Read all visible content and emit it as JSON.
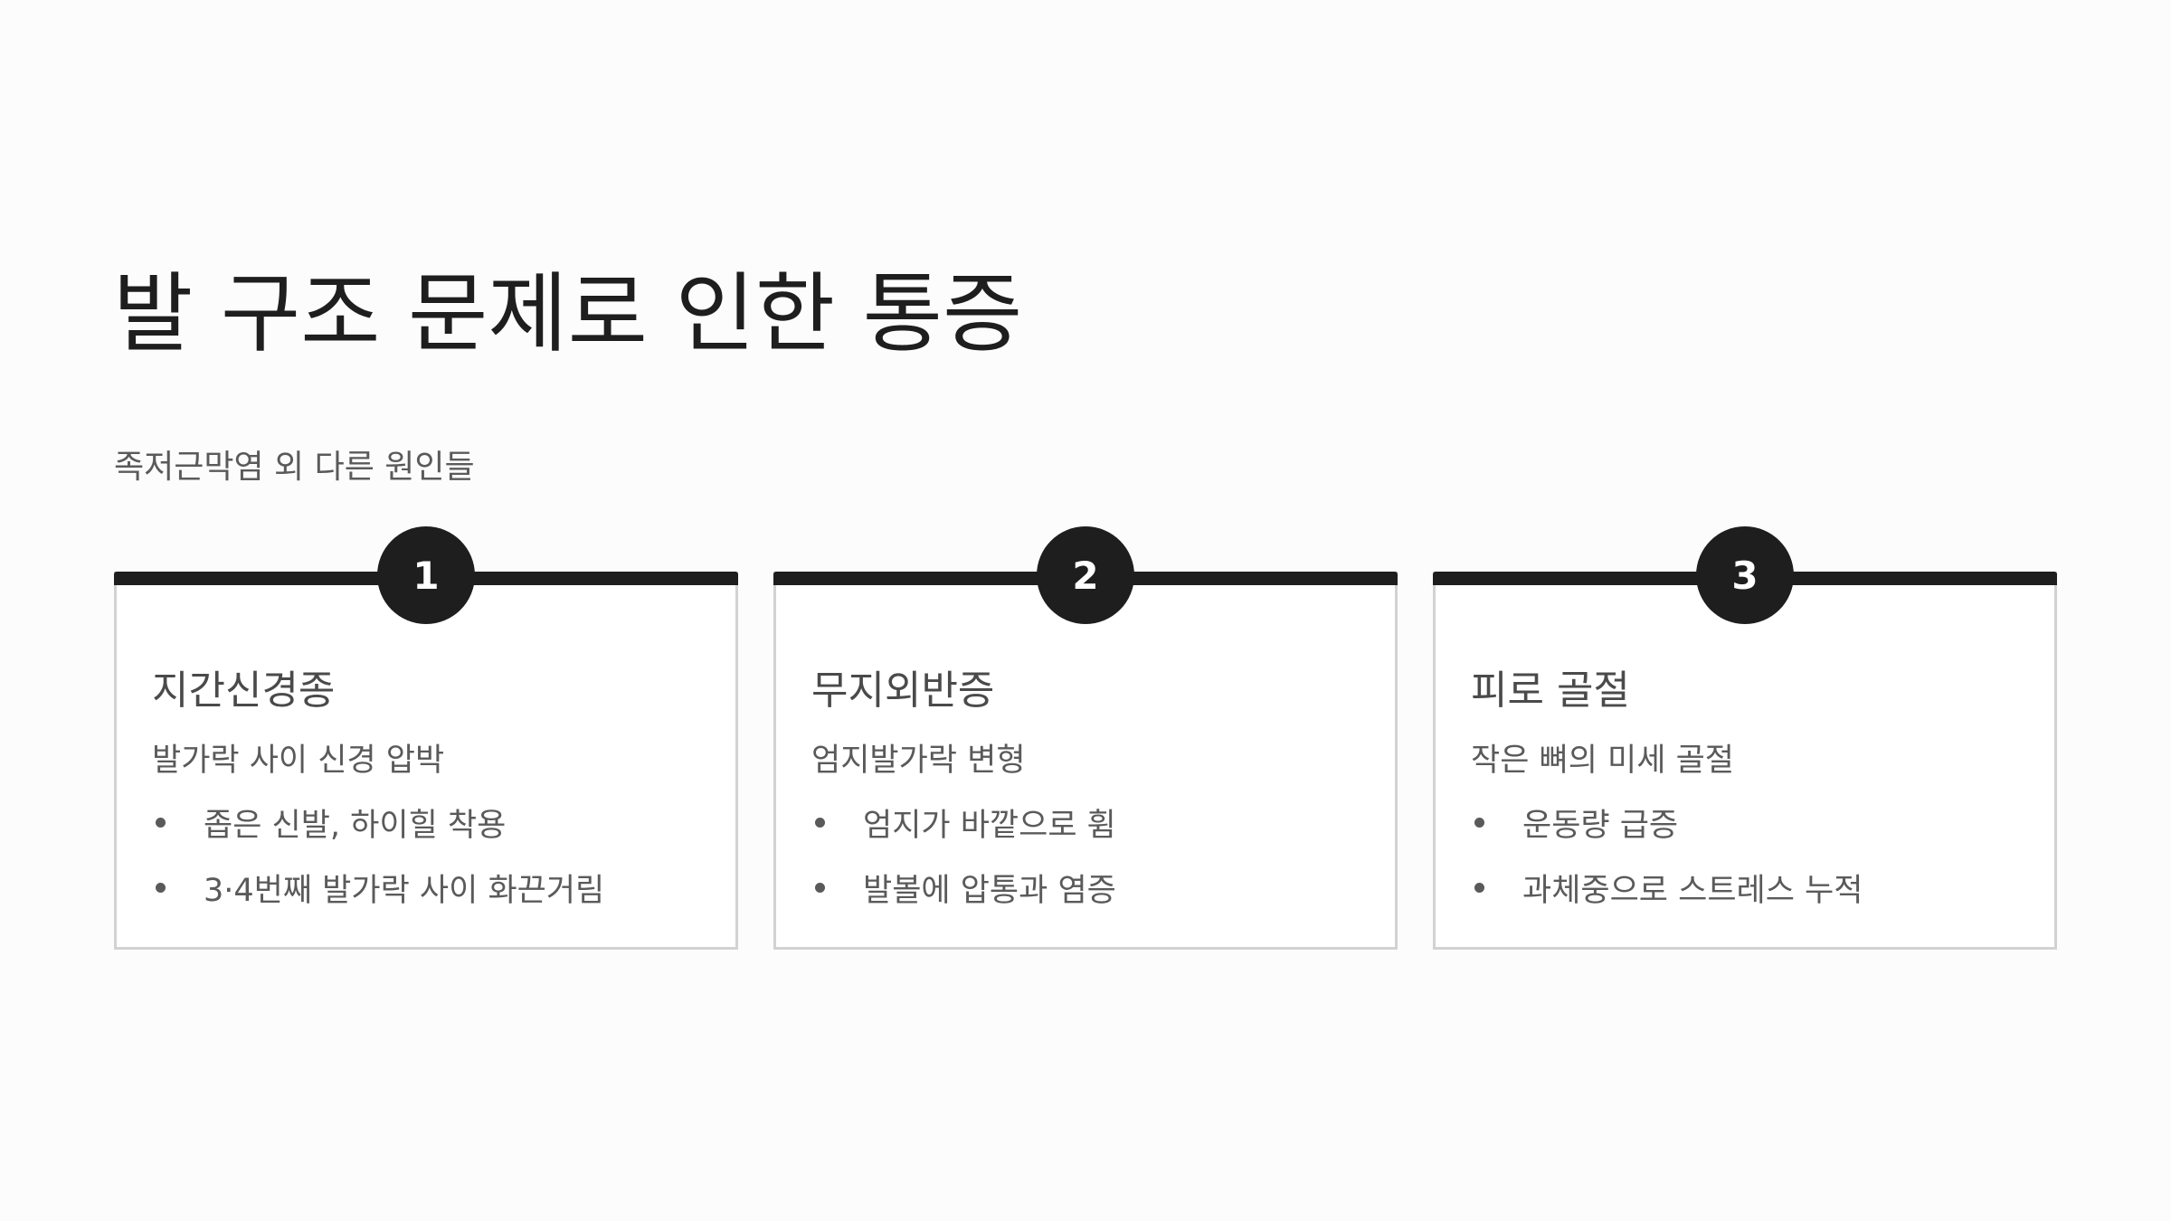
{
  "slide": {
    "title": "발 구조 문제로 인한 통증",
    "subtitle": "족저근막염 외 다른 원인들"
  },
  "colors": {
    "accent": "#1e1e1e",
    "card_border": "#d2d2d2",
    "text_muted": "#5a5a5a",
    "background": "#fcfcfc"
  },
  "cards": [
    {
      "number": "1",
      "title": "지간신경종",
      "description": "발가락 사이 신경 압박",
      "bullets": [
        "좁은 신발, 하이힐 착용",
        "3·4번째 발가락 사이 화끈거림"
      ]
    },
    {
      "number": "2",
      "title": "무지외반증",
      "description": "엄지발가락 변형",
      "bullets": [
        "엄지가 바깥으로 휨",
        "발볼에 압통과 염증"
      ]
    },
    {
      "number": "3",
      "title": "피로 골절",
      "description": "작은 뼈의 미세 골절",
      "bullets": [
        "운동량 급증",
        "과체중으로 스트레스 누적"
      ]
    }
  ]
}
